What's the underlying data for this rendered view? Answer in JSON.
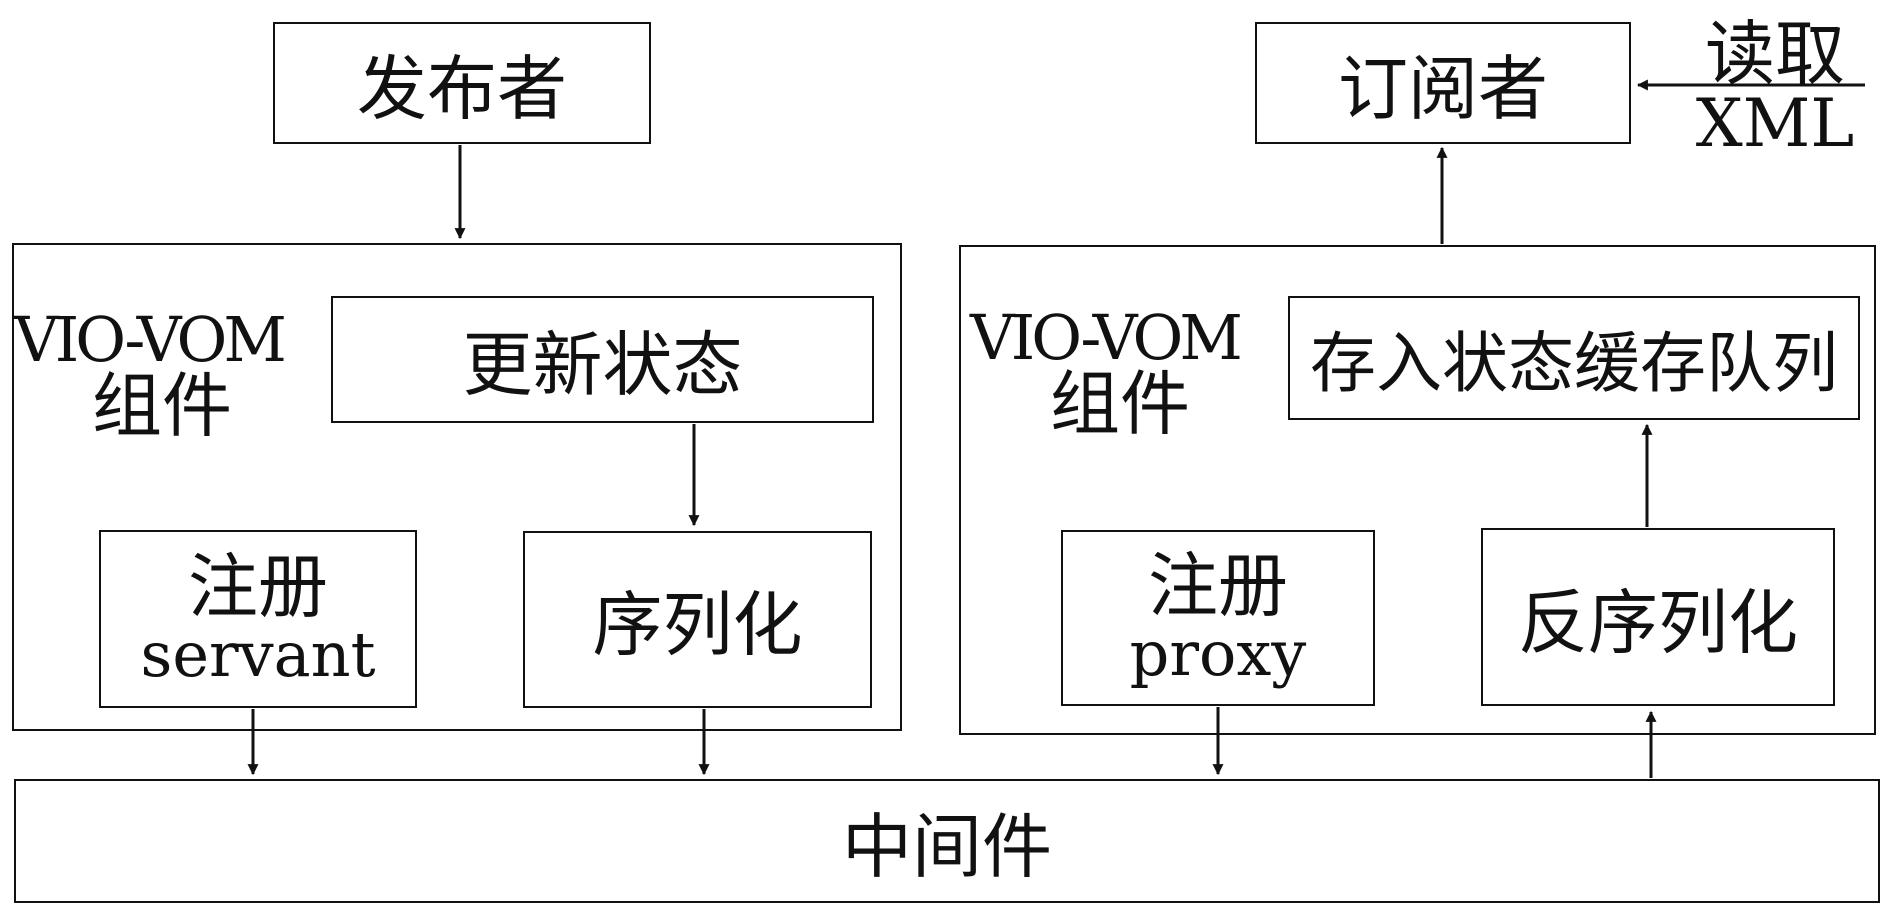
{
  "publisher": "发布者",
  "subscriber": "订阅者",
  "read_xml": {
    "line1": "读取",
    "line2": "XML"
  },
  "left_component": {
    "title_line1": "VIO-VOM",
    "title_line2": "组件",
    "update_state": "更新状态",
    "register_line1": "注册",
    "register_line2": "servant",
    "serialize": "序列化"
  },
  "right_component": {
    "title_line1": "VIO-VOM",
    "title_line2": "组件",
    "store_queue": "存入状态缓存队列",
    "register_line1": "注册",
    "register_line2": "proxy",
    "deserialize": "反序列化"
  },
  "middleware": "中间件"
}
